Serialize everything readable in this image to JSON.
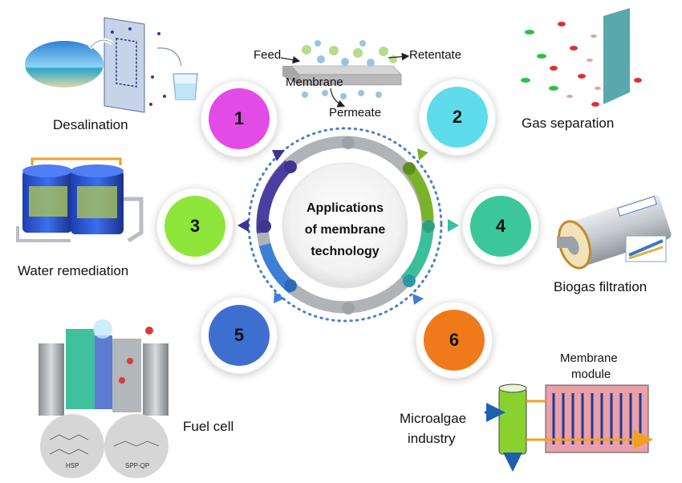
{
  "center": {
    "line1": "Applications",
    "line2": "of membrane",
    "line3": "technology"
  },
  "nodes": [
    {
      "number": "1",
      "color": "#e24be6"
    },
    {
      "number": "2",
      "color": "#5fdcec"
    },
    {
      "number": "3",
      "color": "#8fe63a"
    },
    {
      "number": "4",
      "color": "#3cc79a"
    },
    {
      "number": "5",
      "color": "#3d6fd0"
    },
    {
      "number": "6",
      "color": "#f07a1a"
    }
  ],
  "applications": {
    "desalination": "Desalination",
    "gas_separation": "Gas separation",
    "water_remediation": "Water remediation",
    "biogas_filtration": "Biogas filtration",
    "fuel_cell": "Fuel cell",
    "microalgae_line1": "Microalgae",
    "microalgae_line2": "industry"
  },
  "membrane_schematic": {
    "feed": "Feed",
    "retentate": "Retentate",
    "membrane": "Membrane",
    "permeate": "Permeate"
  },
  "module_label": {
    "line1": "Membrane",
    "line2": "module"
  },
  "fuel_cell_structures": {
    "left": "HSP",
    "right": "SPP-QP"
  },
  "colors": {
    "ring_gray": "#b0b4b6",
    "arrow_navy": "#4a3f9e",
    "arrow_green": "#7ab32a",
    "arrow_teal": "#3bbf9a",
    "arrow_blue": "#3d7fd6"
  }
}
